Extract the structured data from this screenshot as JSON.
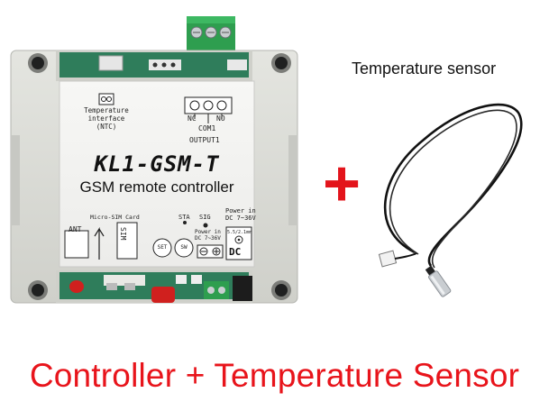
{
  "product": {
    "model": "KL1-GSM-T",
    "subtitle": "GSM remote controller",
    "temp_label_line1": "Temperature",
    "temp_label_line2": "interface",
    "temp_label_line3": "(NTC)",
    "relay_nc": "NC",
    "relay_no": "NO",
    "relay_com": "COM1",
    "relay_output": "OUTPUT1",
    "sim_label": "Micro-SIM Card",
    "sim_text": "SIM",
    "ant_label": "ANT",
    "sta_label": "STA",
    "sig_label": "SIG",
    "set_button": "SET",
    "sw_button": "SW",
    "power_small_line1": "Power in",
    "power_small_line2": "DC 7~36V",
    "power_main_line1": "Power in",
    "power_main_line2": "DC 7~36V",
    "dc_jack_spec": "5.5/2.1mm",
    "dc_text": "DC"
  },
  "plus_symbol": "+",
  "sensor_title": "Temperature sensor",
  "caption": "Controller + Temperature Sensor",
  "colors": {
    "caption_red": "#e8141b",
    "plus_red": "#e3141b",
    "case_grey": "#d9dad5",
    "terminal_green": "#2e9e4f"
  }
}
